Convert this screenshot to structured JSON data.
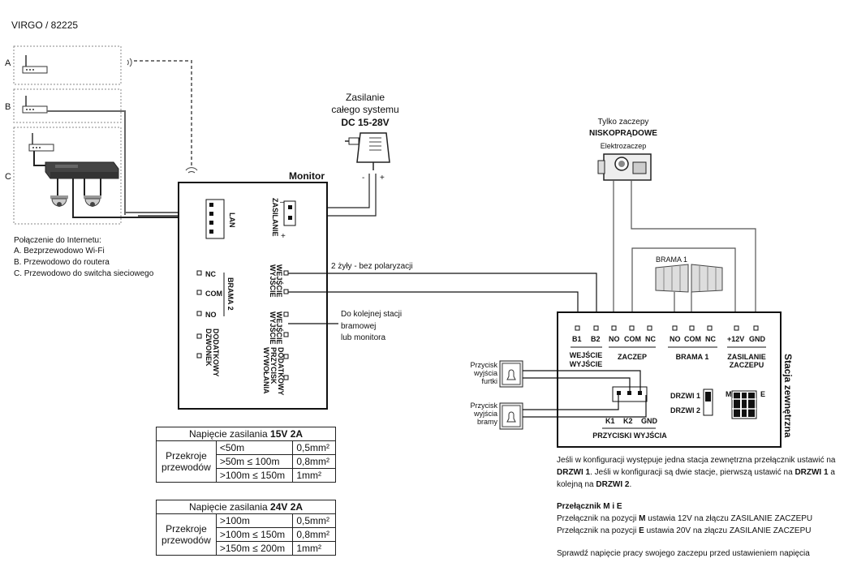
{
  "header": {
    "title": "VIRGO / 82225"
  },
  "internet": {
    "options": [
      "A",
      "B",
      "C"
    ],
    "heading": "Połączenie do Internetu:",
    "lines": [
      "A. Bezprzewodowo Wi-Fi",
      "B. Przewodowo do routera",
      "C. Przewodowo do switcha sieciowego"
    ]
  },
  "power_supply": {
    "line1": "Zasilanie",
    "line2": "całego systemu",
    "line3": "DC 15-28V",
    "minus": "-",
    "plus": "+"
  },
  "monitor": {
    "title": "Monitor",
    "lan": "LAN",
    "zasilanie": "ZASILANIE",
    "minus": "–",
    "plus": "+",
    "nc": "NC",
    "com": "COM",
    "no": "NO",
    "brama2": "BRAMA 2",
    "wejscie": "WEJŚCIE",
    "wyjscie": "WYJŚCIE",
    "dzwonek1": "DODATKOWY",
    "dzwonek2": "DZWONEK",
    "przycisk1": "DODATKOWY",
    "przycisk2": "PRZYCISK",
    "przycisk3": "WYWOŁANIA"
  },
  "wiring": {
    "two_wires": "2 żyły - bez polaryzacji",
    "next_station1": "Do kolejnej stacji",
    "next_station2": "bramowej",
    "next_station3": "lub monitora"
  },
  "lock": {
    "line1": "Tylko zaczepy",
    "line2": "NISKOPRĄDOWE",
    "label": "Elektrozaczep"
  },
  "gate": {
    "label": "BRAMA 1"
  },
  "station": {
    "title": "Stacja zewnętrzna",
    "b1": "B1",
    "b2": "B2",
    "no": "NO",
    "com": "COM",
    "nc": "NC",
    "no2": "NO",
    "com2": "COM",
    "nc2": "NC",
    "v12": "+12V",
    "gnd": "GND",
    "wejscie": "WEJŚCIE",
    "wyjscie": "WYJŚCIE",
    "zaczep": "ZACZEP",
    "brama1": "BRAMA 1",
    "zasilanie": "ZASILANIE",
    "zaczepu": "ZACZEPU",
    "drzwi1": "DRZWI 1",
    "drzwi2": "DRZWI 2",
    "m": "M",
    "e": "E",
    "k1": "K1",
    "k2": "K2",
    "gnd2": "GND",
    "przyciski": "PRZYCISKI WYJŚCIA"
  },
  "buttons": {
    "furtki": [
      "Przycisk",
      "wyjścia",
      "furtki"
    ],
    "bramy": [
      "Przycisk",
      "wyjścia",
      "bramy"
    ]
  },
  "table15": {
    "title_pre": "Napięcie zasilania ",
    "title_bold": "15V 2A",
    "label1": "Przekroje",
    "label2": "przewodów",
    "rows": [
      [
        "<50m",
        "0,5mm²"
      ],
      [
        ">50m  ≤ 100m",
        "0,8mm²"
      ],
      [
        ">100m ≤ 150m",
        "1mm²"
      ]
    ]
  },
  "table24": {
    "title_pre": "Napięcie zasilania ",
    "title_bold": "24V 2A",
    "label1": "Przekroje",
    "label2": "przewodów",
    "rows": [
      [
        ">100m",
        "0,5mm²"
      ],
      [
        ">100m ≤ 150m",
        "0,8mm²"
      ],
      [
        ">150m ≤ 200m",
        "1mm²"
      ]
    ]
  },
  "notes": {
    "p1_a": "Jeśli w konfiguracji występuje jedna stacja zewnętrzna przełącznik ustawić na ",
    "p1_b": "DRZWI 1",
    "p1_c": ". Jeśli w konfiguracji są dwie stacje, pierwszą ustawić na ",
    "p1_d": "DRZWI 1",
    "p1_e": " a kolejną na ",
    "p1_f": "DRZWI 2",
    "p1_g": ".",
    "heading": "Przełącznik M i E",
    "l1_a": "Przełącznik na pozycji ",
    "l1_b": "M",
    "l1_c": " ustawia 12V na złączu ZASILANIE ZACZEPU",
    "l2_a": "Przełącznik na pozycji ",
    "l2_b": "E",
    "l2_c": " ustawia 20V na złączu ZASILANIE ZACZEPU",
    "footer": "Sprawdź napięcie pracy swojego zaczepu przed ustawieniem napięcia"
  }
}
